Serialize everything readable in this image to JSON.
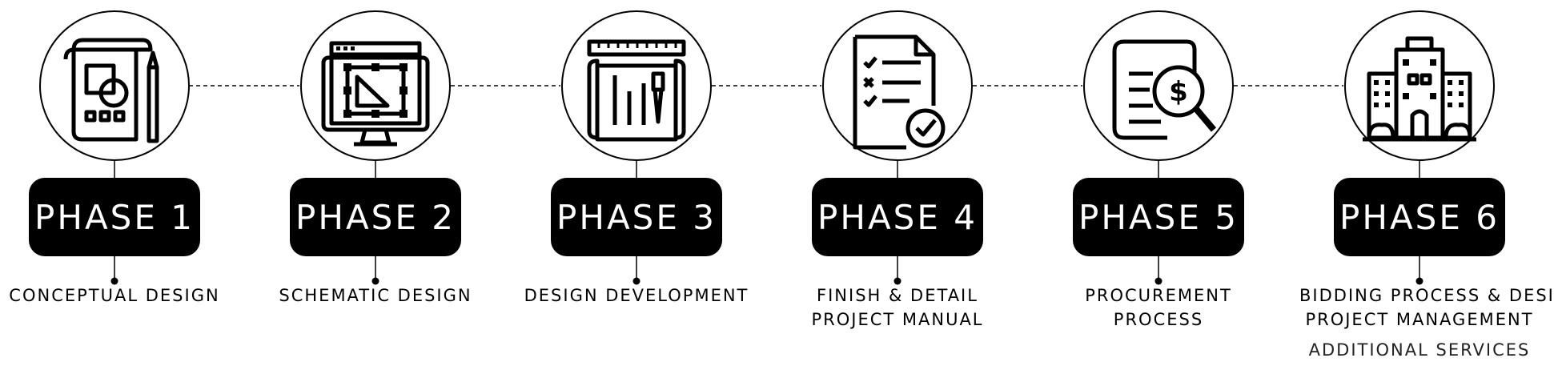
{
  "phases": [
    {
      "label": "PHASE 1",
      "description": [
        "CONCEPTUAL DESIGN"
      ],
      "icon": "blueprint-drawing-icon"
    },
    {
      "label": "PHASE 2",
      "description": [
        "SCHEMATIC DESIGN"
      ],
      "icon": "computer-design-icon"
    },
    {
      "label": "PHASE 3",
      "description": [
        "DESIGN DEVELOPMENT"
      ],
      "icon": "architect-tools-icon"
    },
    {
      "label": "PHASE 4",
      "description": [
        "FINISH & DETAIL",
        "PROJECT MANUAL"
      ],
      "icon": "checklist-document-icon"
    },
    {
      "label": "PHASE 5",
      "description": [
        "PROCUREMENT",
        "PROCESS"
      ],
      "icon": "cost-search-icon"
    },
    {
      "label": "PHASE 6",
      "description": [
        "BIDDING PROCESS & DESIGN",
        "PROJECT MANAGEMENT"
      ],
      "extra": "ADDITIONAL SERVICES",
      "icon": "buildings-icon"
    }
  ],
  "colors": {
    "badge": "#000000",
    "badge_text": "#ffffff",
    "line": "#000000"
  }
}
